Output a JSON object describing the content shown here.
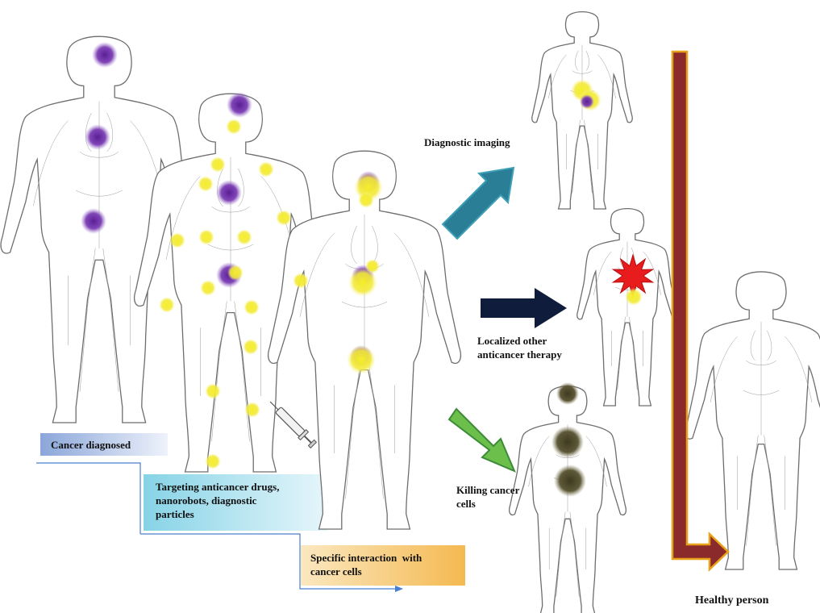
{
  "labels": {
    "cancer_diagnosed": "Cancer diagnosed",
    "targeting_line1": "Targeting anticancer drugs,",
    "targeting_line2": "nanorobots, diagnostic",
    "targeting_line3": "particles",
    "specific_line1": "Specific interaction  with",
    "specific_line2": "cancer cells",
    "diagnostic_imaging": "Diagnostic imaging",
    "localized_line1": "Localized other",
    "localized_line2": "anticancer therapy",
    "killing_line1": "Killing cancer",
    "killing_line2": "cells",
    "healthy_person": "Healthy person"
  },
  "colors": {
    "tumor": "#6a2ea3",
    "nanoparticle": "#f2e82a",
    "dead_cells": "#4a4526",
    "therapy_burst": "#e81c1c",
    "arrow_imaging": "#2a7f96",
    "arrow_therapy": "#0f1c3c",
    "arrow_killing": "#6bbf4a",
    "arrow_healthy": "#8a2a2a",
    "arrow_healthy_outline": "#e8a21a",
    "box_diagnosed": "#8ea8d8",
    "box_targeting": "#7fcde0",
    "box_specific": "#f5c46a"
  },
  "icons": {
    "syringe": "syringe-icon"
  }
}
